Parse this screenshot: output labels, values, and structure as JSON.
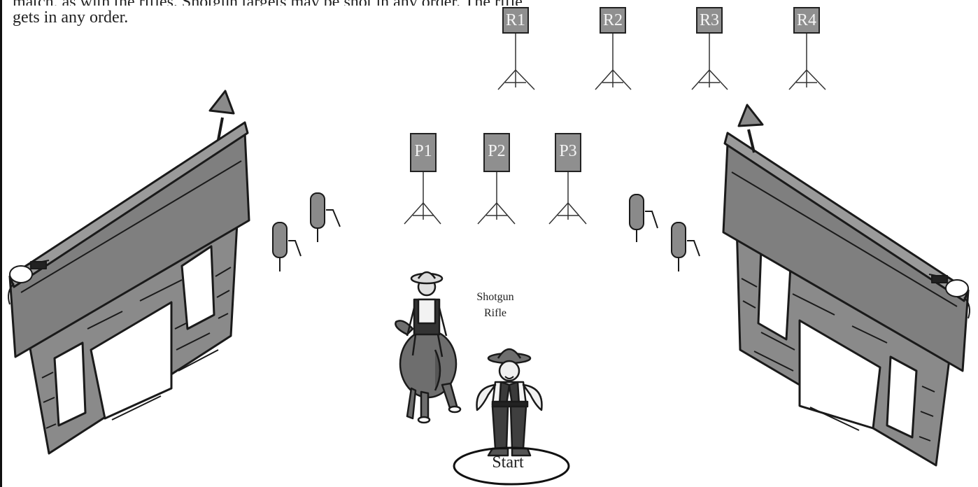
{
  "intro": {
    "line1": "match, as with the rifles. Shotgun targets may be shot in any order. The rifle",
    "line2": "gets in any order."
  },
  "rifle_targets": [
    "R1",
    "R2",
    "R3",
    "R4"
  ],
  "pistol_targets": [
    "P1",
    "P2",
    "P3"
  ],
  "shooting_position": {
    "line1": "Shotgun",
    "line2": "Rifle"
  },
  "start_label": "Start",
  "colors": {
    "target_plate": "#8f8f8f",
    "building_front": "#8a8a8a",
    "sign_board": "#7f7f7f",
    "outline": "#1a1a1a",
    "window": "#ffffff"
  }
}
